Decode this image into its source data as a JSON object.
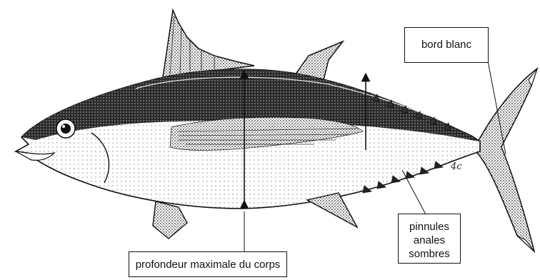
{
  "figure": {
    "subject": "fish-illustration",
    "labels": {
      "white_edge": "bord blanc",
      "anal_finlets_line1": "pinnules",
      "anal_finlets_line2": "anales",
      "anal_finlets_line3": "sombres",
      "max_body_depth": "profondeur maximale du corps"
    },
    "artist_mark": "4c"
  },
  "colors": {
    "ink": "#111111",
    "paper": "#ffffff"
  }
}
